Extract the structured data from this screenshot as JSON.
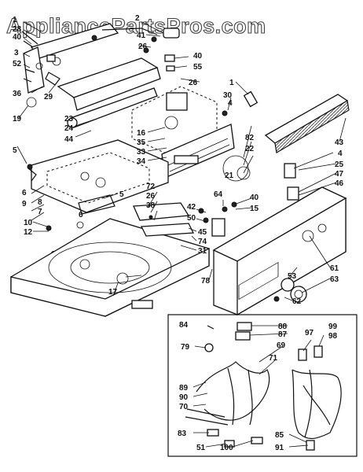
{
  "watermark": "AppliancePartsPros.com",
  "labels": [
    "1",
    "28",
    "40",
    "3",
    "52",
    "36",
    "29",
    "19",
    "2",
    "41",
    "26",
    "40",
    "55",
    "26",
    "23",
    "24",
    "44",
    "1",
    "30",
    "4",
    "16",
    "35",
    "33",
    "34",
    "5",
    "6",
    "9",
    "8",
    "7",
    "6",
    "5",
    "10",
    "12",
    "72",
    "26",
    "38",
    "42",
    "50",
    "64",
    "40",
    "15",
    "45",
    "74",
    "31",
    "82",
    "22",
    "21",
    "43",
    "4",
    "25",
    "47",
    "46",
    "53",
    "61",
    "63",
    "62",
    "78",
    "17",
    "84",
    "88",
    "87",
    "97",
    "99",
    "98",
    "79",
    "69",
    "71",
    "89",
    "90",
    "70",
    "83",
    "51",
    "100",
    "85",
    "91"
  ]
}
